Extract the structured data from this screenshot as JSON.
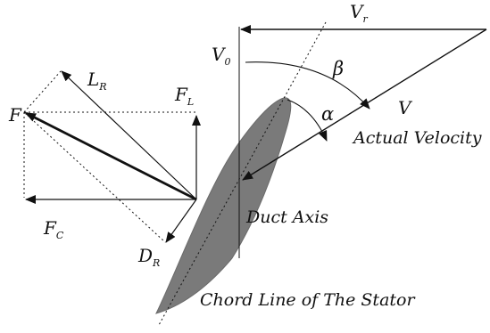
{
  "labels": {
    "vr": "V",
    "vr_sub": "r",
    "v0": "V",
    "v0_sub": "0",
    "beta": "β",
    "alpha": "α",
    "v": "V",
    "actual_velocity": "Actual Velocity",
    "f": "F",
    "lr": "L",
    "lr_sub": "R",
    "fl": "F",
    "fl_sub": "L",
    "fc": "F",
    "fc_sub": "C",
    "dr": "D",
    "dr_sub": "R",
    "duct_axis": "Duct Axis",
    "chord_line": "Chord Line of The Stator"
  },
  "colors": {
    "blade": "#7a7a7a",
    "stroke": "#111111"
  }
}
